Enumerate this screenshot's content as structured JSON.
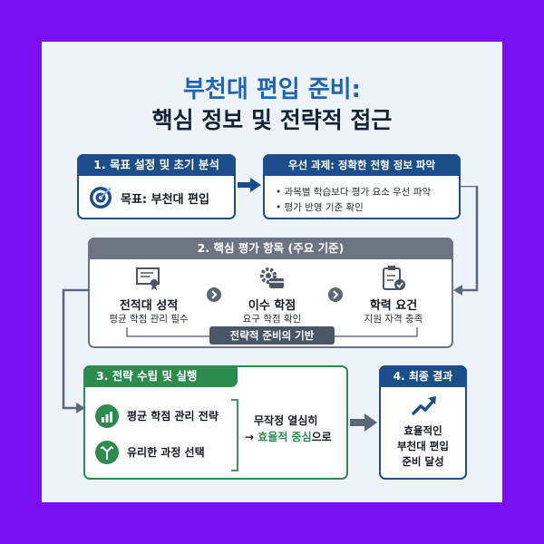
{
  "title": {
    "line1": "부천대 편입 준비:",
    "line2": "핵심 정보 및 전략적 접근"
  },
  "step1": {
    "header": "1. 목표 설정 및 초기 분석",
    "goal": "목표: 부천대 편입",
    "icon": "target-icon"
  },
  "task": {
    "header": "우선 과제: 정확한 전형 정보 파악",
    "bullets": [
      "과목별 학습보다 평가 요소 우선 파악",
      "평가 반영 기준 확인"
    ]
  },
  "step2": {
    "header": "2. 핵심 평가 항목 (주요 기준)",
    "items": [
      {
        "title": "전적대 성적",
        "desc": "평균 학점 관리 필수",
        "icon": "certificate-icon"
      },
      {
        "title": "이수 학점",
        "desc": "요구 학점 확인",
        "icon": "gear-credit-card-icon"
      },
      {
        "title": "학력 요건",
        "desc": "지원 자격 충족",
        "icon": "checklist-clipboard-icon"
      }
    ],
    "footer": "전략적 준비의 기반"
  },
  "step3": {
    "header": "3. 전략 수립 및 실행",
    "strategies": [
      {
        "label": "평균 학점 관리 전략",
        "icon": "growth-chart-icon"
      },
      {
        "label": "유리한 과정 선택",
        "icon": "branching-path-icon"
      }
    ],
    "note_line1": "무작정 열심히",
    "note_arrow": "→",
    "note_highlight": "효율적 중심",
    "note_suffix": "으로"
  },
  "step4": {
    "header": "4. 최종 결과",
    "lines": [
      "효율적인",
      "부천대 편입",
      "준비 달성"
    ],
    "icon": "trend-up-arrow-icon"
  },
  "colors": {
    "navy": "#1d4e8c",
    "gray": "#6c7482",
    "green": "#2e8b4f",
    "title_blue": "#1f65b3",
    "background": "#7a0ff2"
  }
}
